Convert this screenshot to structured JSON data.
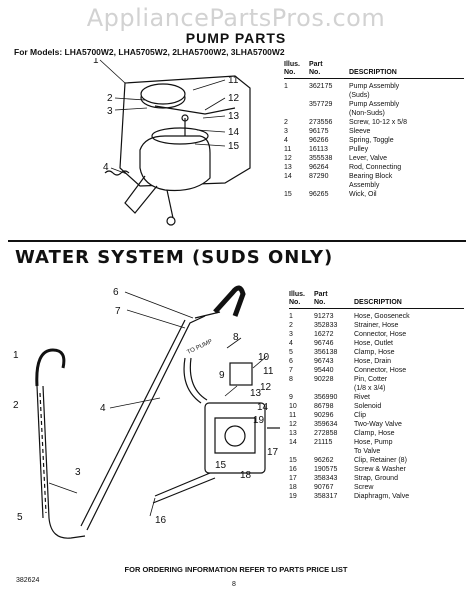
{
  "watermark": "AppliancePartsPros.com",
  "pump": {
    "title": "PUMP PARTS",
    "models": "For Models: LHA5700W2, LHA5705W2, 2LHA5700W2, 3LHA5700W2",
    "header": {
      "illus_a": "Illus.",
      "illus_b": "No.",
      "part_a": "Part",
      "part_b": "No.",
      "desc": "DESCRIPTION"
    },
    "rows": [
      {
        "illus": "1",
        "part": "362175",
        "lines": [
          "Pump Assembly",
          "(Suds)"
        ]
      },
      {
        "illus": "",
        "part": "357729",
        "lines": [
          "Pump Assembly",
          "(Non-Suds)"
        ]
      },
      {
        "illus": "2",
        "part": "273556",
        "lines": [
          "Screw, 10-12 x 5/8"
        ]
      },
      {
        "illus": "3",
        "part": "96175",
        "lines": [
          "Sleeve"
        ]
      },
      {
        "illus": "4",
        "part": "96266",
        "lines": [
          "Spring, Toggle"
        ]
      },
      {
        "illus": "11",
        "part": "16113",
        "lines": [
          "Pulley"
        ]
      },
      {
        "illus": "12",
        "part": "355538",
        "lines": [
          "Lever, Valve"
        ]
      },
      {
        "illus": "13",
        "part": "96264",
        "lines": [
          "Rod, Connecting"
        ]
      },
      {
        "illus": "14",
        "part": "87290",
        "lines": [
          "Bearing Block",
          "Assembly"
        ]
      },
      {
        "illus": "15",
        "part": "96265",
        "lines": [
          "Wick, Oil"
        ]
      }
    ],
    "callouts": [
      "1",
      "2",
      "3",
      "4",
      "11",
      "12",
      "13",
      "14",
      "15"
    ]
  },
  "water": {
    "title": "WATER SYSTEM (SUDS ONLY)",
    "header": {
      "illus_a": "Illus.",
      "illus_b": "No.",
      "part_a": "Part",
      "part_b": "No.",
      "desc": "DESCRIPTION"
    },
    "rows": [
      {
        "illus": "1",
        "part": "91273",
        "lines": [
          "Hose, Gooseneck"
        ]
      },
      {
        "illus": "2",
        "part": "352833",
        "lines": [
          "Strainer, Hose"
        ]
      },
      {
        "illus": "3",
        "part": "16272",
        "lines": [
          "Connector, Hose"
        ]
      },
      {
        "illus": "4",
        "part": "96746",
        "lines": [
          "Hose, Outlet"
        ]
      },
      {
        "illus": "5",
        "part": "356138",
        "lines": [
          "Clamp, Hose"
        ]
      },
      {
        "illus": "6",
        "part": "96743",
        "lines": [
          "Hose, Drain"
        ]
      },
      {
        "illus": "7",
        "part": "95440",
        "lines": [
          "Connector, Hose"
        ]
      },
      {
        "illus": "8",
        "part": "90228",
        "lines": [
          "Pin, Cotter",
          "(1/8 x 3/4)"
        ]
      },
      {
        "illus": "9",
        "part": "356990",
        "lines": [
          "Rivet"
        ]
      },
      {
        "illus": "10",
        "part": "86798",
        "lines": [
          "Solenoid"
        ]
      },
      {
        "illus": "11",
        "part": "90296",
        "lines": [
          "Clip"
        ]
      },
      {
        "illus": "12",
        "part": "359634",
        "lines": [
          "Two-Way Valve"
        ]
      },
      {
        "illus": "13",
        "part": "272858",
        "lines": [
          "Clamp, Hose"
        ]
      },
      {
        "illus": "14",
        "part": "21115",
        "lines": [
          "Hose, Pump",
          "To Valve"
        ]
      },
      {
        "illus": "15",
        "part": "96262",
        "lines": [
          "Clip, Retainer (8)"
        ]
      },
      {
        "illus": "16",
        "part": "190575",
        "lines": [
          "Screw & Washer"
        ]
      },
      {
        "illus": "17",
        "part": "358343",
        "lines": [
          "Strap, Ground"
        ]
      },
      {
        "illus": "18",
        "part": "90767",
        "lines": [
          "Screw"
        ]
      },
      {
        "illus": "19",
        "part": "358317",
        "lines": [
          "Diaphragm, Valve"
        ]
      }
    ],
    "to_pump": "TO PUMP",
    "callouts": [
      "1",
      "2",
      "3",
      "4",
      "5",
      "6",
      "7",
      "8",
      "9",
      "10",
      "11",
      "12",
      "13",
      "14",
      "15",
      "16",
      "17",
      "18",
      "19"
    ]
  },
  "footer": {
    "note": "FOR ORDERING INFORMATION REFER TO PARTS PRICE LIST",
    "doc_number": "382624",
    "page": "8"
  }
}
